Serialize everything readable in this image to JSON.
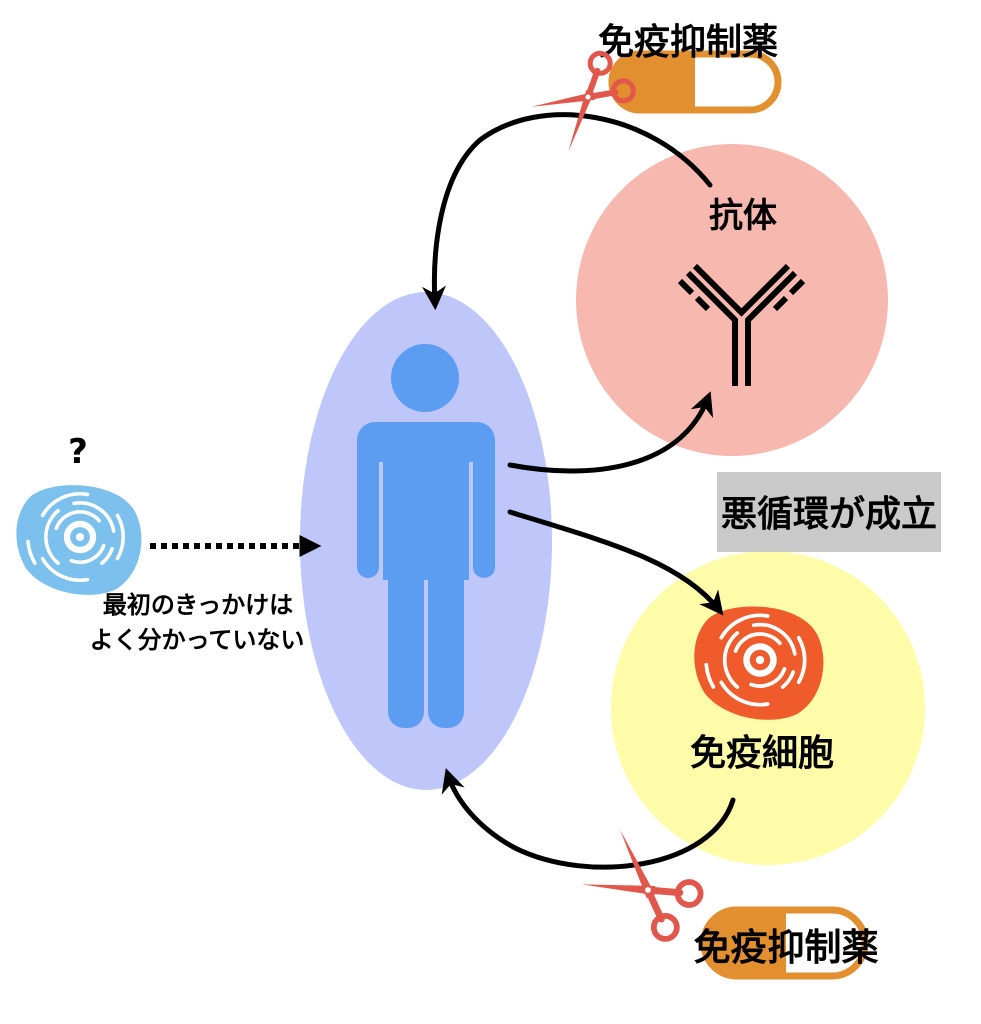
{
  "diagram": {
    "top_drug_label": "免疫抑制薬",
    "antibody_label": "抗体",
    "vicious_cycle_label": "悪循環が成立",
    "immune_cell_label": "免疫細胞",
    "unknown_trigger_mark": "?",
    "trigger_note": [
      "最初のきっかけは",
      "よく分かっていない"
    ],
    "bottom_drug_label": "免疫抑制薬"
  },
  "colors": {
    "person_zone": "#BEC6FA",
    "person": "#5C9DF2",
    "antibody_zone": "#F7B9AF",
    "immune_cell_zone": "#FEFBA9",
    "immune_cell": "#EF5B2A",
    "trigger_cell": "#7CC0EE",
    "drug_capsule": "#E2902F",
    "scissors": "#E2574C",
    "status_box": "#C9C9C9",
    "arrow": "#000000"
  }
}
